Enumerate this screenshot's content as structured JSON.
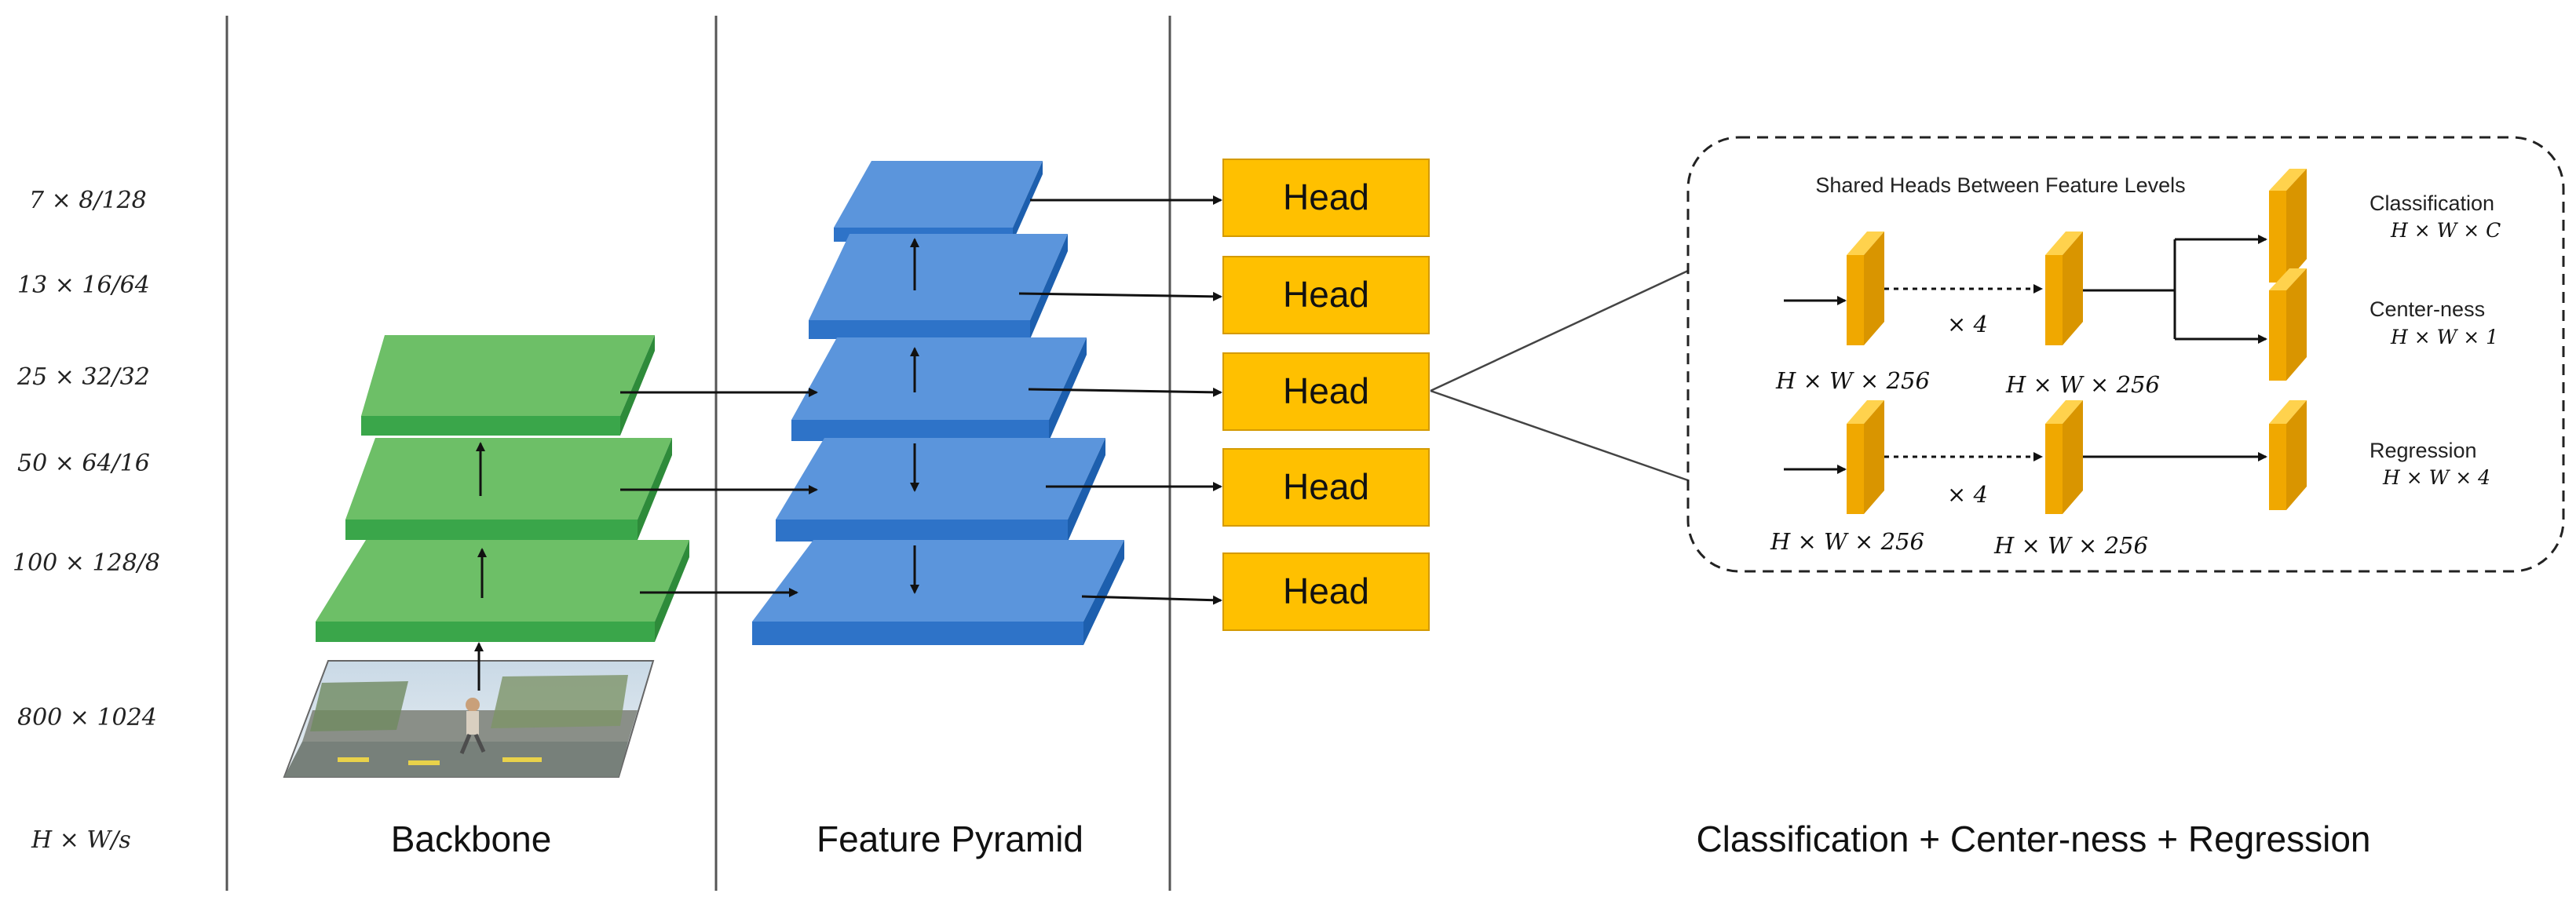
{
  "scale_column": {
    "rows": [
      "7 × 8/128",
      "13 × 16/64",
      "25 × 32/32",
      "50 × 64/16",
      "100 × 128/8",
      "800 × 1024",
      "H × W/s"
    ]
  },
  "sections": {
    "backbone": "Backbone",
    "pyramid": "Feature Pyramid",
    "heads": "Classification + Center-ness + Regression"
  },
  "head_boxes": [
    "Head",
    "Head",
    "Head",
    "Head",
    "Head"
  ],
  "detail": {
    "title": "Shared Heads Between Feature Levels",
    "repeat": "× 4",
    "dim_256": "H × W × 256",
    "classification": "Classification",
    "classification_dim": "H × W × C",
    "centerness": "Center-ness",
    "centerness_dim": "H × W × 1",
    "regression": "Regression",
    "regression_dim": "H × W × 4"
  },
  "colors": {
    "backbone_green": "#4caf50",
    "pyramid_blue": "#3b7fd6",
    "head_yellow": "#ffc000",
    "conv_orange": "#f0a500"
  }
}
